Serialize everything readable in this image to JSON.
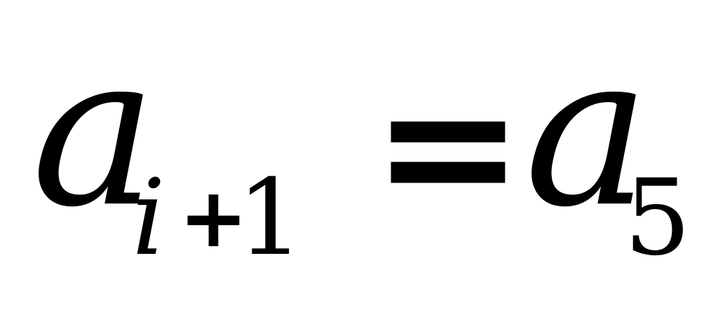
{
  "equation": {
    "left": {
      "base": "a",
      "subscript": {
        "variable": "i",
        "operator": "+",
        "number": "1"
      }
    },
    "relation": "=",
    "right": {
      "base": "a",
      "subscript": "5"
    }
  }
}
